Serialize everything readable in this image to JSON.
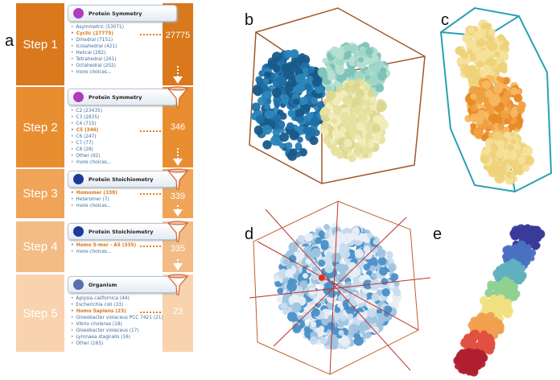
{
  "panel_labels": [
    "a",
    "b",
    "c",
    "d",
    "e"
  ],
  "steps": [
    {
      "name": "Step 1",
      "color": "#d9781c",
      "header": "Protein Symmetry",
      "icon": "pie-icon",
      "icon_color": "#b03cc0",
      "count": "27775",
      "items": [
        "Asymmetric (53071)",
        "Cyclic (27775)",
        "Dihedral (7151)",
        "Icosahedral (421)",
        "Helical (282)",
        "Tetrahedral (261)",
        "Octahedral (202)",
        "more choices..."
      ],
      "selected": 1
    },
    {
      "name": "Step 2",
      "color": "#e98e30",
      "header": "Protein Symmetry",
      "icon": "pie-icon",
      "icon_color": "#b03cc0",
      "count": "346",
      "items": [
        "C2 (23435)",
        "C3 (2835)",
        "C4 (715)",
        "C5 (346)",
        "C6 (247)",
        "C7 (77)",
        "C8 (28)",
        "Other (92)",
        "more choices..."
      ],
      "selected": 3
    },
    {
      "name": "Step 3",
      "color": "#efa458",
      "header": "Protein Stoichiometry",
      "icon": "stoichiometry-icon",
      "icon_color": "#1b3a9a",
      "count": "339",
      "items": [
        "Homomer (339)",
        "Heteromer (7)",
        "more choices..."
      ],
      "selected": 0
    },
    {
      "name": "Step 4",
      "color": "#f3bc86",
      "header": "Protein Stoichiometry",
      "icon": "stoichiometry-icon",
      "icon_color": "#1b3a9a",
      "count": "335",
      "items": [
        "Homo 5-mer - A5 (335)",
        "more choices..."
      ],
      "selected": 0
    },
    {
      "name": "Step 5",
      "color": "#f8d3ae",
      "header": "Organism",
      "icon": "organism-icon",
      "icon_color": "#5a6fb0",
      "count": "23",
      "items": [
        "Aplysia californica (44)",
        "Escherichia coli (33)",
        "Homo Sapiens (23)",
        "Gloeobacter violaceus PCC 7421 (21)",
        "Vibrio cholerae (18)",
        "Gloeobacter violaceus (17)",
        "Lymnaea stagnalis (16)",
        "Other (165)"
      ],
      "selected": 2
    }
  ]
}
